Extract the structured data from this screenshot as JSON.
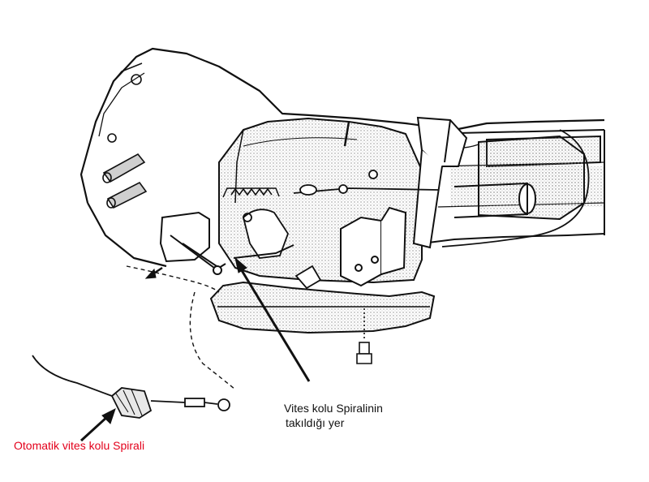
{
  "labels": {
    "cable": "Otomatik vites kolu Spirali",
    "mount_line1": "Vites kolu Spiralinin",
    "mount_line2": "takıldığı yer"
  },
  "colors": {
    "line": "#111111",
    "background": "#ffffff",
    "cable_label": "#e3001b",
    "mount_label": "#111111",
    "stipple": "#9a9a9a"
  }
}
